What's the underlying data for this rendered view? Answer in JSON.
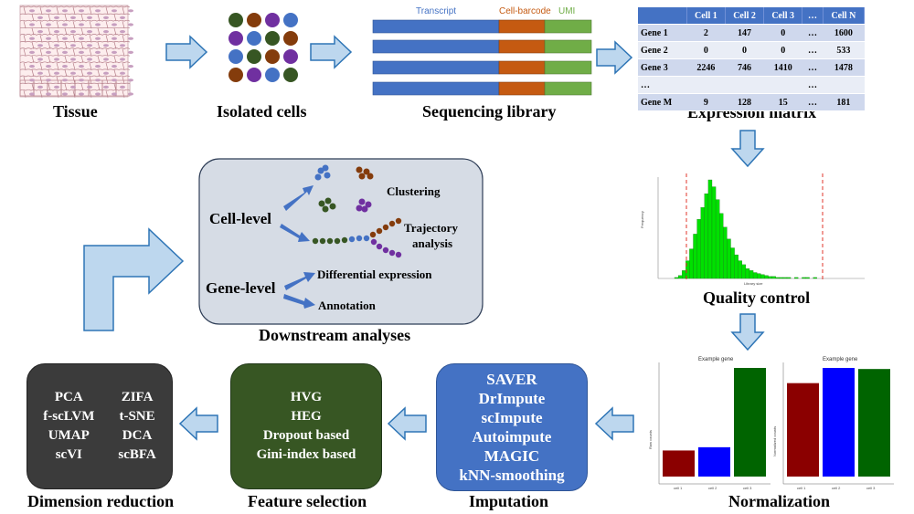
{
  "steps": {
    "tissue": "Tissue",
    "isolated": "Isolated cells",
    "sequencing": "Sequencing library",
    "expression": "Expression matrix",
    "qc": "Quality control",
    "normalization": "Normalization",
    "imputation": "Imputation",
    "feature": "Feature selection",
    "dimred": "Dimension reduction",
    "downstream": "Downstream analyses"
  },
  "read_labels": {
    "transcript": "Transcript",
    "barcode": "Cell-barcode",
    "umi": "UMI"
  },
  "matrix": {
    "columns": [
      "",
      "Cell 1",
      "Cell 2",
      "Cell 3",
      "…",
      "Cell N"
    ],
    "rows": [
      [
        "Gene 1",
        "2",
        "147",
        "0",
        "…",
        "1600"
      ],
      [
        "Gene 2",
        "0",
        "0",
        "0",
        "…",
        "533"
      ],
      [
        "Gene 3",
        "2246",
        "746",
        "1410",
        "…",
        "1478"
      ],
      [
        "…",
        "",
        "",
        "",
        "…",
        ""
      ],
      [
        "Gene M",
        "9",
        "128",
        "15",
        "…",
        "181"
      ]
    ]
  },
  "downstream": {
    "cell_level": "Cell-level",
    "gene_level": "Gene-level",
    "clustering": "Clustering",
    "trajectory_1": "Trajectory",
    "trajectory_2": "analysis",
    "differential": "Differential expression",
    "annotation": "Annotation"
  },
  "imputation_methods": [
    "SAVER",
    "DrImpute",
    "scImpute",
    "Autoimpute",
    "MAGIC",
    "kNN-smoothing"
  ],
  "feature_methods": [
    "HVG",
    "HEG",
    "Dropout based",
    "Gini-index based"
  ],
  "dimred_methods": {
    "left": [
      "PCA",
      "f-scLVM",
      "UMAP",
      "scVI"
    ],
    "right": [
      "ZIFA",
      "t-SNE",
      "DCA",
      "scBFA"
    ]
  },
  "qc_chart": {
    "xlabel": "Library size",
    "ylabel": "Frequency",
    "bars": [
      1,
      3,
      8,
      18,
      30,
      45,
      60,
      72,
      86,
      100,
      93,
      80,
      66,
      52,
      40,
      31,
      24,
      18,
      14,
      10,
      8,
      6,
      5,
      4,
      3,
      2,
      2,
      1,
      1,
      1,
      1,
      0,
      1,
      0,
      1,
      1,
      0,
      1
    ]
  },
  "norm_charts": {
    "raw": {
      "title": "Example gene",
      "ylabel": "Raw counts",
      "values": [
        24,
        27,
        100
      ],
      "categories": [
        "cell 1",
        "cell 2",
        "cell 3"
      ],
      "colors": [
        "#8b0000",
        "#0000ff",
        "#006400"
      ]
    },
    "normalized": {
      "title": "Example gene",
      "ylabel": "Normalized counts",
      "values": [
        86,
        100,
        99
      ],
      "categories": [
        "cell 1",
        "cell 2",
        "cell 3"
      ],
      "colors": [
        "#8b0000",
        "#0000ff",
        "#006400"
      ]
    }
  },
  "colors": {
    "arrow_fill": "#bdd7ee",
    "arrow_stroke": "#2e75b6",
    "transcript": "#4472c4",
    "barcode": "#c55a11",
    "umi": "#70ad47",
    "downstream_box": "#d6dce5",
    "imputation_box": "#4472c4",
    "feature_box": "#375623",
    "dimred_box": "#3b3b3b",
    "qc_bar": "#00e000",
    "qc_cutoff": "#e0352b"
  }
}
